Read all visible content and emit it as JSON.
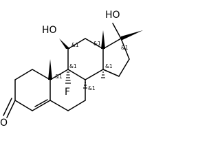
{
  "molecule": {
    "atoms": {
      "o_ketone": "O",
      "oh_11": "HO",
      "oh_17": "HO",
      "f_9": "F"
    },
    "stereo_labels": {
      "c8": "&1",
      "c9": "&1",
      "c10": "&1",
      "c11": "&1",
      "c13": "&1",
      "c14": "&1",
      "c17": "&1"
    }
  }
}
